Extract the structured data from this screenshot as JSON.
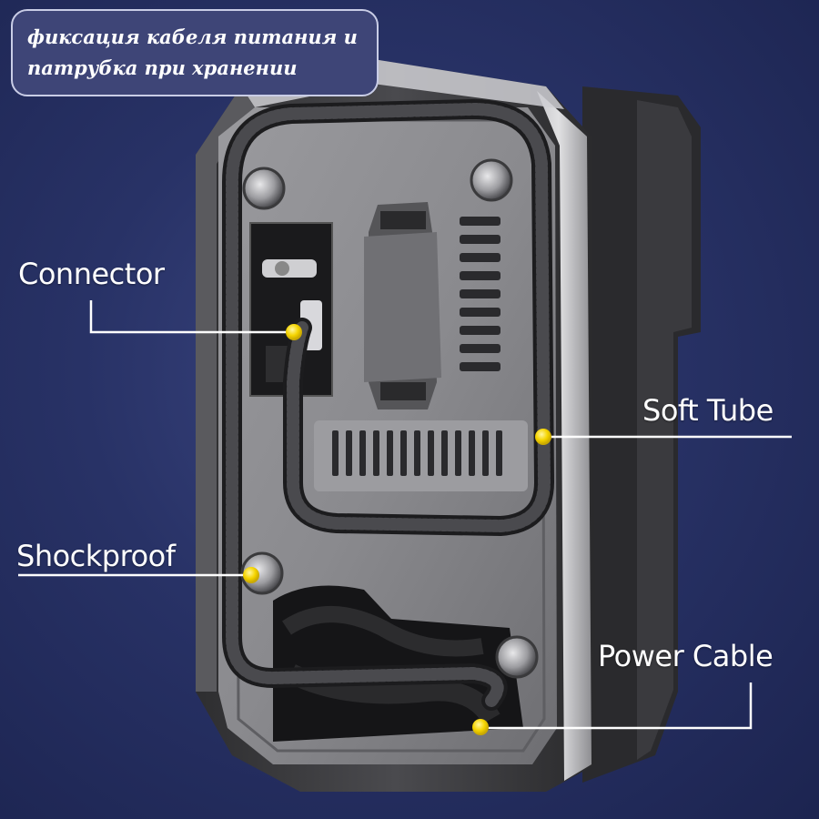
{
  "banner": {
    "line1": "фиксация кабеля питания и",
    "line2": "патрубка при хранении"
  },
  "callouts": {
    "connector": "Connector",
    "soft_tube": "Soft Tube",
    "shockproof": "Shockproof",
    "power_cable": "Power Cable"
  },
  "colors": {
    "background": "#283266",
    "banner_fill": "#3e4577",
    "marker": "#f5d400",
    "leader_line": "#ffffff"
  }
}
